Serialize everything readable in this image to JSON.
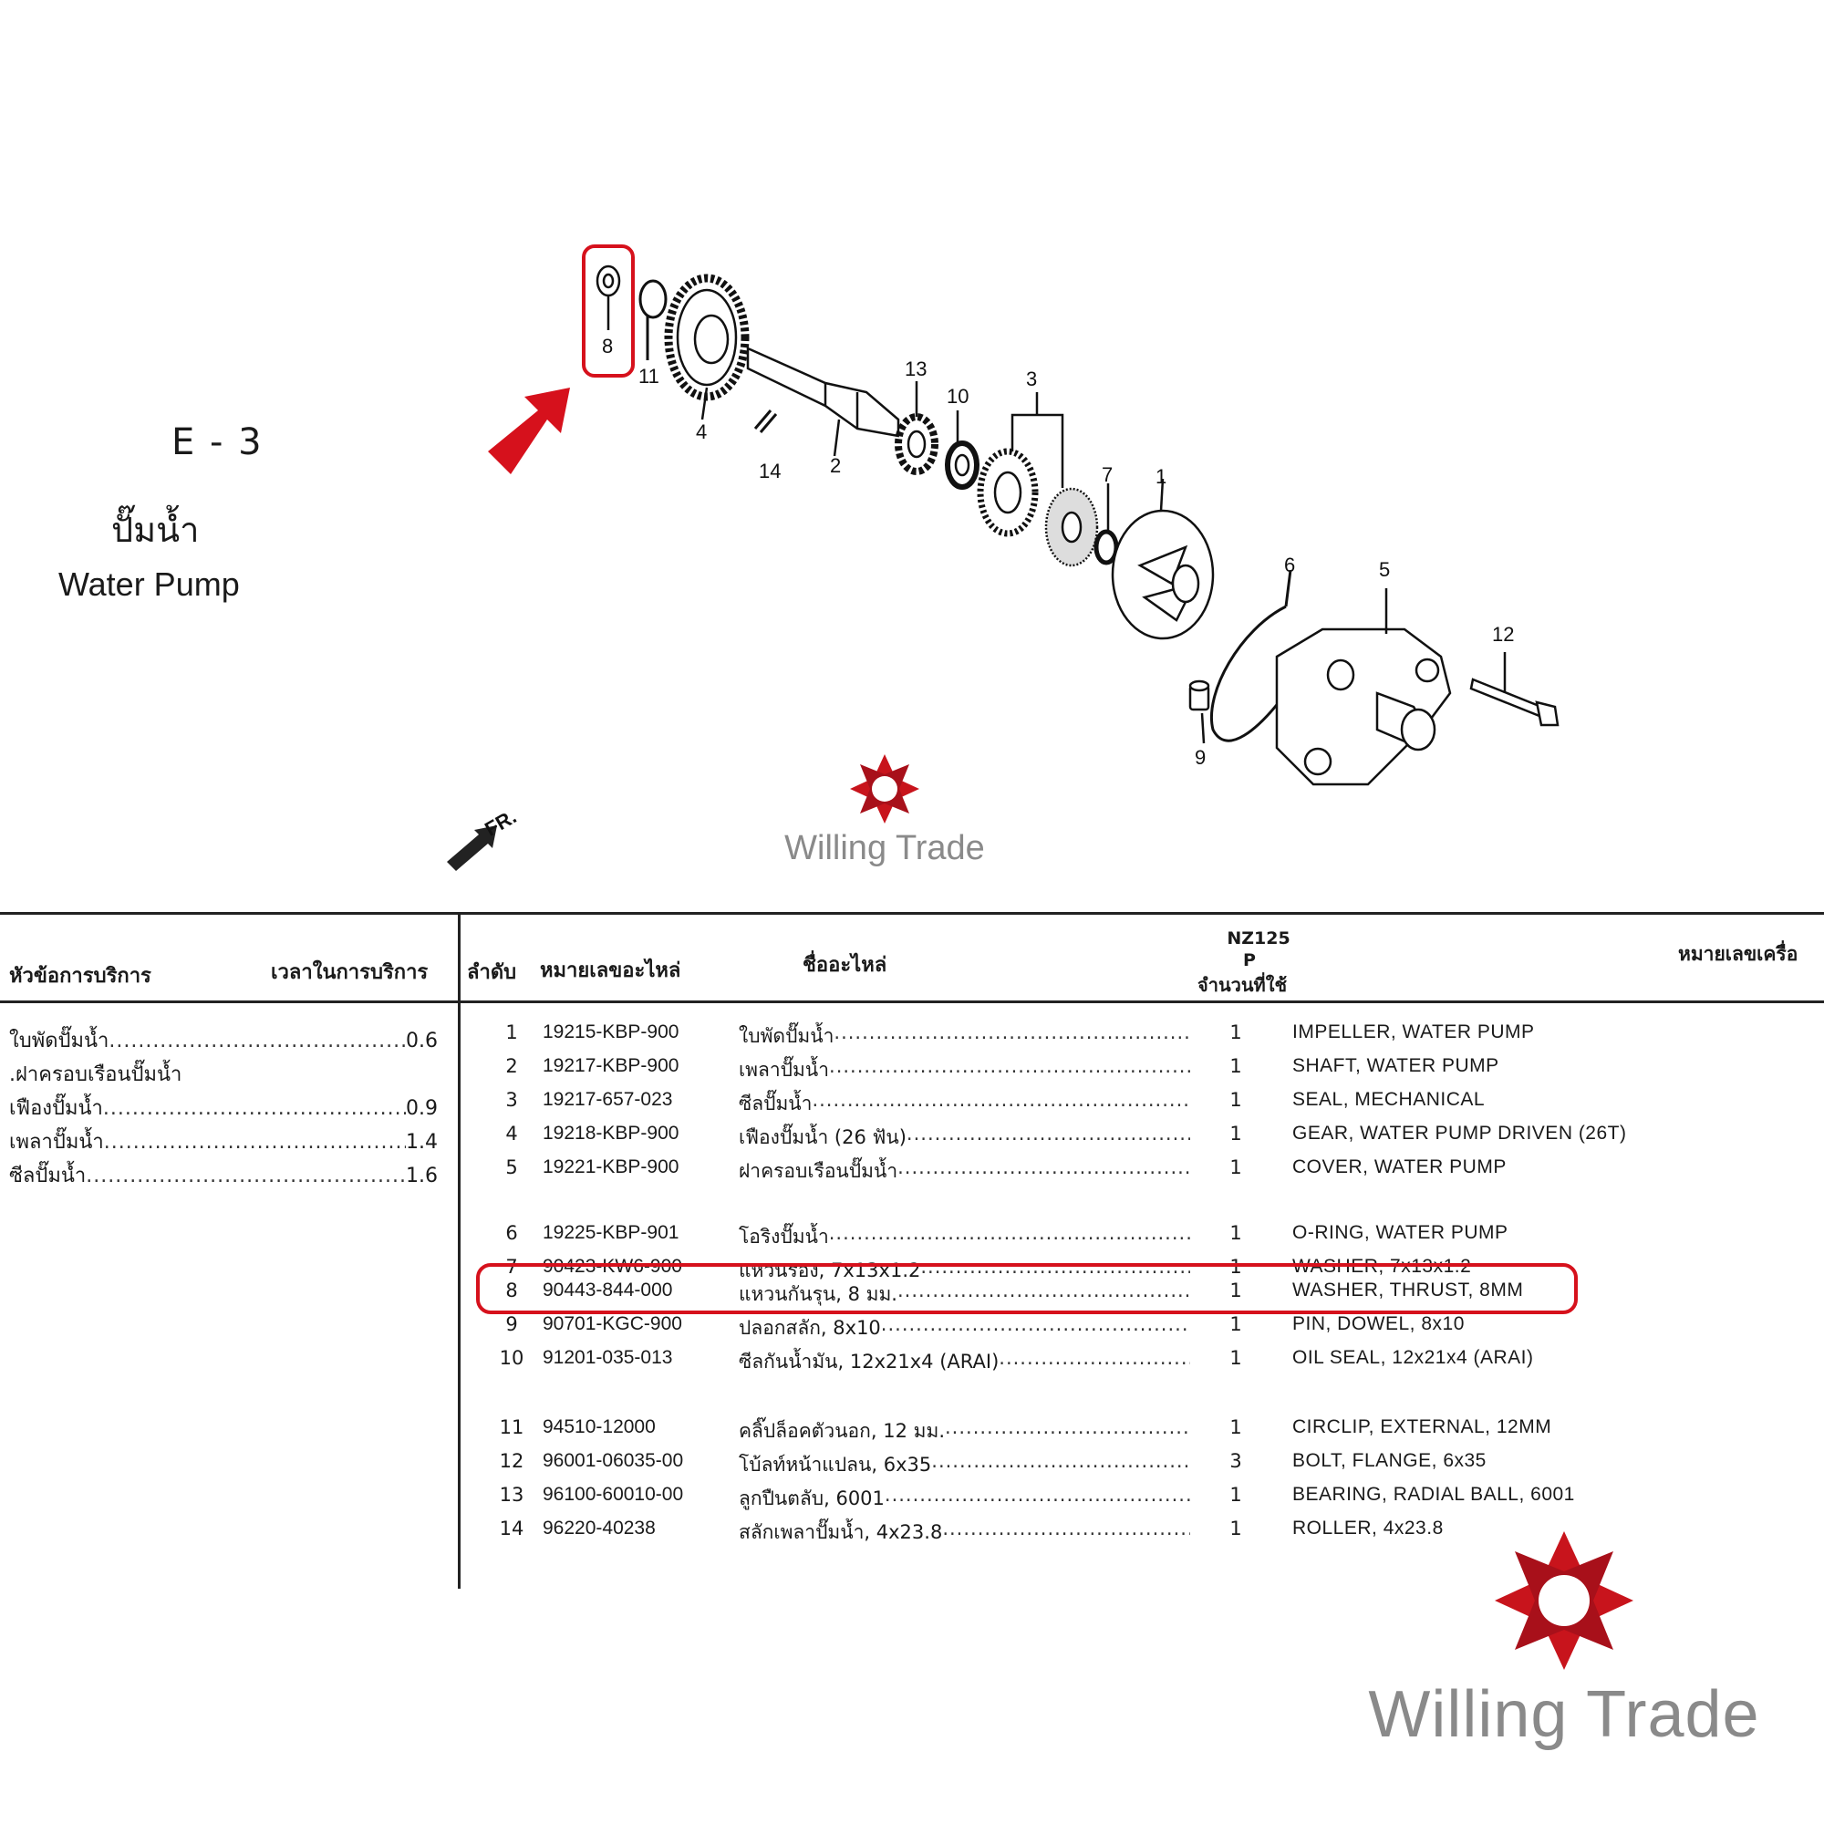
{
  "section": {
    "code": "E - 3",
    "title_th": "ปั๊มน้ำ",
    "title_en": "Water Pump"
  },
  "diagram": {
    "callouts": [
      "8",
      "11",
      "4",
      "14",
      "2",
      "13",
      "10",
      "3",
      "7",
      "1",
      "6",
      "5",
      "12",
      "9"
    ],
    "front_label": "FR.",
    "highlight_color": "#d6111c"
  },
  "watermark": {
    "text": "Willing Trade",
    "logo_color": "#c8141c"
  },
  "table": {
    "headers": {
      "service_item": "หัวข้อการบริการ",
      "service_time": "เวลาในการบริการ",
      "order": "ลำดับ",
      "part_number": "หมายเลขอะไหล่",
      "part_name": "ชื่ออะไหล่",
      "model": "NZ125",
      "model_variant": "P",
      "quantity": "จำนวนที่ใช้",
      "engine_number": "หมายเลขเครื่อ"
    },
    "services": [
      {
        "name": "ใบพัดปั๊มน้ำ",
        "time": "0.6"
      },
      {
        "name": ".ฝาครอบเรือนปั๊มน้ำ",
        "time": ""
      },
      {
        "name": "เฟืองปั๊มน้ำ",
        "time": "0.9"
      },
      {
        "name": "เพลาปั๊มน้ำ",
        "time": "1.4"
      },
      {
        "name": "ซีลปั๊มน้ำ",
        "time": "1.6"
      }
    ],
    "rows": [
      {
        "no": "1",
        "part": "19215-KBP-900",
        "name_th": "ใบพัดปั๊มน้ำ",
        "qty": "1",
        "name_en": "IMPELLER, WATER PUMP"
      },
      {
        "no": "2",
        "part": "19217-KBP-900",
        "name_th": "เพลาปั๊มน้ำ",
        "qty": "1",
        "name_en": "SHAFT, WATER PUMP"
      },
      {
        "no": "3",
        "part": "19217-657-023",
        "name_th": "ซีลปั๊มน้ำ",
        "qty": "1",
        "name_en": "SEAL, MECHANICAL"
      },
      {
        "no": "4",
        "part": "19218-KBP-900",
        "name_th": "เฟืองปั๊มน้ำ (26 ฟัน)",
        "qty": "1",
        "name_en": "GEAR, WATER PUMP DRIVEN (26T)"
      },
      {
        "no": "5",
        "part": "19221-KBP-900",
        "name_th": "ฝาครอบเรือนปั๊มน้ำ",
        "qty": "1",
        "name_en": "COVER, WATER PUMP"
      },
      {
        "no": "6",
        "part": "19225-KBP-901",
        "name_th": "โอริงปั๊มน้ำ",
        "qty": "1",
        "name_en": "O-RING, WATER PUMP"
      },
      {
        "no": "7",
        "part": "90423-KW6-900",
        "name_th": "แหวนรอง, 7x13x1.2",
        "qty": "1",
        "name_en": "WASHER, 7x13x1.2"
      },
      {
        "no": "8",
        "part": "90443-844-000",
        "name_th": "แหวนกันรุน, 8 มม.",
        "qty": "1",
        "name_en": "WASHER, THRUST, 8MM"
      },
      {
        "no": "9",
        "part": "90701-KGC-900",
        "name_th": "ปลอกสลัก, 8x10",
        "qty": "1",
        "name_en": "PIN, DOWEL, 8x10"
      },
      {
        "no": "10",
        "part": "91201-035-013",
        "name_th": "ซีลกันน้ำมัน, 12x21x4 (ARAI)",
        "qty": "1",
        "name_en": "OIL SEAL, 12x21x4 (ARAI)"
      },
      {
        "no": "11",
        "part": "94510-12000",
        "name_th": "คลิ๊ปล็อคตัวนอก, 12 มม.",
        "qty": "1",
        "name_en": "CIRCLIP, EXTERNAL, 12MM"
      },
      {
        "no": "12",
        "part": "96001-06035-00",
        "name_th": "โบ้ลท์หน้าแปลน, 6x35",
        "qty": "3",
        "name_en": "BOLT, FLANGE, 6x35"
      },
      {
        "no": "13",
        "part": "96100-60010-00",
        "name_th": "ลูกปืนตลับ, 6001",
        "qty": "1",
        "name_en": "BEARING, RADIAL BALL, 6001"
      },
      {
        "no": "14",
        "part": "96220-40238",
        "name_th": "สลักเพลาปั๊มน้ำ, 4x23.8",
        "qty": "1",
        "name_en": "ROLLER, 4x23.8"
      }
    ],
    "highlighted_row": "8"
  }
}
